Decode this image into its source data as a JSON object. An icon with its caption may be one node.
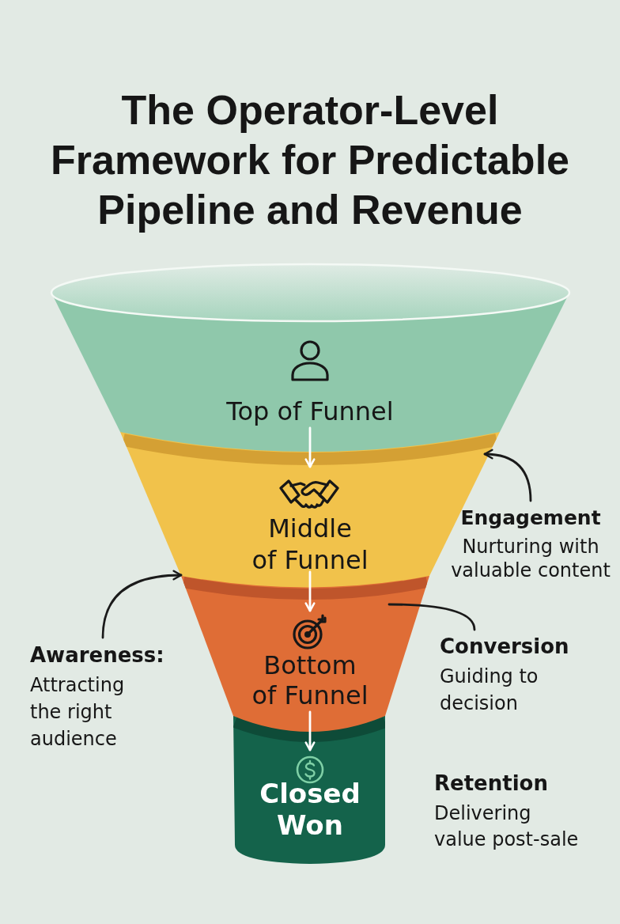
{
  "diagram": {
    "title": "The Operator-Level Framework for Predictable Pipeline and Revenue",
    "nodes": [
      {
        "text": [
          "Top of Funnel"
        ]
      },
      {
        "text": [
          "Middle of Funnel"
        ]
      },
      {
        "text": [
          "Bottom of Funnel"
        ]
      },
      {
        "text": [
          "Closed Won"
        ]
      },
      {
        "text": [
          "Engagement",
          "Nurturing with valuable content"
        ]
      },
      {
        "text": [
          "Awareness:",
          "Attracting the right audience"
        ]
      },
      {
        "text": [
          "Conversion",
          "Guiding to decision"
        ]
      }
    ],
    "edges": [
      {
        "from": 0,
        "to": 1,
        "arrow": "to",
        "color": "#ffffff"
      },
      {
        "from": 1,
        "to": 2,
        "arrow": "to",
        "color": "#ffffff"
      },
      {
        "from": 2,
        "to": 3,
        "arrow": "to",
        "color": "#ffffff"
      },
      {
        "from": 4,
        "to": 1,
        "arrow": "to",
        "color": "#1a1a1a"
      },
      {
        "from": 5,
        "to": 1,
        "arrow": "to",
        "color": "#1a1a1a"
      },
      {
        "from": 6,
        "to": 2,
        "arrow": "none",
        "color": "#1a1a1a"
      }
    ],
    "labels": [
      "Retention",
      "Delivering value post-sale"
    ]
  }
}
